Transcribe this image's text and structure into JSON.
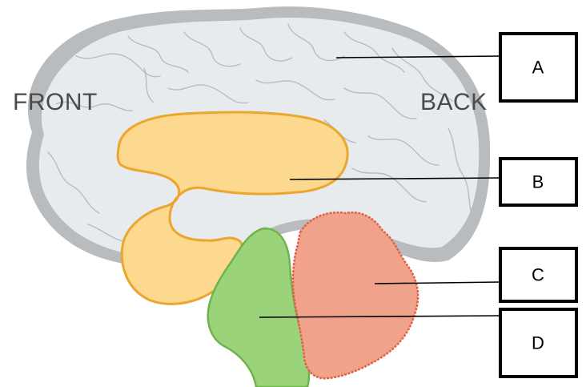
{
  "labels": {
    "front": "FRONT",
    "back": "BACK"
  },
  "callouts": [
    {
      "letter": "A",
      "points_to": "cerebrum"
    },
    {
      "letter": "B",
      "points_to": "limbic-system"
    },
    {
      "letter": "C",
      "points_to": "cerebellum"
    },
    {
      "letter": "D",
      "points_to": "brain-stem"
    }
  ],
  "colors": {
    "cerebrum_fill": "#e8ebee",
    "cerebrum_rim": "#b9bcbf",
    "limbic_fill": "#fcd98f",
    "limbic_stroke": "#eaa62e",
    "cerebellum_fill": "#f0a28a",
    "cerebellum_stroke": "#e0614a",
    "brainstem_fill": "#9bd37a",
    "brainstem_stroke": "#6fb34c"
  }
}
